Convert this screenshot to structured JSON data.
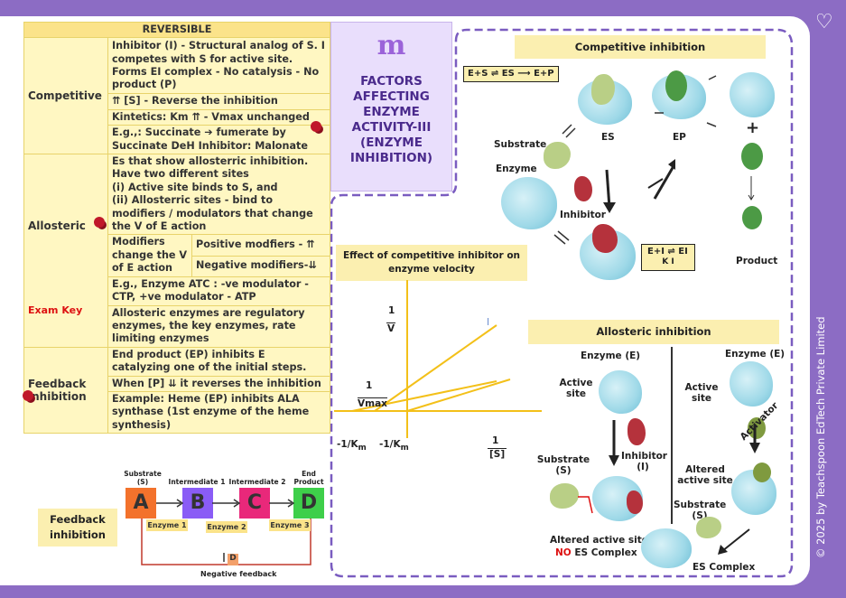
{
  "colors": {
    "purple": "#8c6cc4",
    "yellow": "#fbefb0",
    "table_bg": "#fff7c2",
    "border": "#e8d36a",
    "red": "#d11111",
    "dashed": "#7a5cc0"
  },
  "table": {
    "header": "REVERSIBLE",
    "competitive": {
      "label": "Competitive",
      "r1": "Inhibitor (I) - Structural analog of S. I competes with S for active site. Forms EI complex - No catalysis - No product (P)",
      "r2": "⇈ [S] - Reverse the inhibition",
      "r3": "Kintetics: Km ⇈ - Vmax unchanged",
      "r4": "E.g.,:  Succinate ➔ fumerate by Succinate DeH  Inhibitor: Malonate"
    },
    "allosteric": {
      "label": "Allosteric",
      "r1": "Es that show allosterric inhibition. Have two different sites",
      "r1b": "(i) Active site binds to S, and",
      "r1c": "(ii) Allosterric sites - bind to modifiers / modulators that change the V of E action",
      "mod_label": "Modifiers change the V of E action",
      "pos": "Positive modfiers - ⇈",
      "neg": "Negative modifiers-⇊",
      "r3": "E.g., Enzyme ATC : -ve modulator - CTP,  +ve modulator - ATP",
      "r4": "Allosteric enzymes are regulatory enzymes, the key enzymes, rate limiting enzymes",
      "exam_key": "Exam Key"
    },
    "feedback": {
      "label": "Feedback inhibition",
      "r1": "End product (EP) inhibits E catalyzing one of the initial steps.",
      "r2": "When [P] ⇊ it reverses the inhibition",
      "r3": "Example: Heme (EP) inhibits ALA synthase (1st enzyme of the heme synthesis)"
    }
  },
  "pathway": {
    "box_label": "Feedback inhibition",
    "tops": [
      "Substrate (S)",
      "Intermediate 1",
      "Intermediate 2",
      "End Product"
    ],
    "letters": [
      "A",
      "B",
      "C",
      "D"
    ],
    "letter_colors": [
      "#f3722c",
      "#8a5cf6",
      "#e9287a",
      "#3ecf4a"
    ],
    "enzymes": [
      "Enzyme 1",
      "Enzyme 2",
      "Enzyme 3"
    ],
    "feedback_letter": "D",
    "feedback_label": "Negative feedback"
  },
  "title": {
    "logo": "m",
    "text": "FACTORS AFFECTING ENZYME ACTIVITY-III (ENZYME INHIBITION)"
  },
  "competitive_panel": {
    "title": "Competitive inhibition",
    "equation": "E+S ⇌ ES ⟶ E+P",
    "es": "ES",
    "ep": "EP",
    "plus": "+",
    "substrate": "Substrate",
    "enzyme": "Enzyme",
    "inhibitor": "Inhibitor",
    "ei_eq": "E+I ⇌ EI",
    "ki": "K",
    "ki_sub": "I",
    "product": "Product"
  },
  "graph": {
    "title": "Effect of competitive inhibitor on enzyme velocity",
    "y_num": "1",
    "y_den": "V",
    "vmax_num": "1",
    "vmax_den": "Vmax",
    "x1": "-1/K",
    "x1_sub": "m",
    "x2": "-1/K",
    "x2_sub": "m",
    "x_num": "1",
    "x_den": "[S]",
    "mark": "I"
  },
  "allosteric_panel": {
    "title": "Allosteric inhibition",
    "enz_left": "Enzyme (E)",
    "enz_right": "Enzyme (E)",
    "active_site_l": "Active site",
    "active_site_r": "Active site",
    "inhibitor": "Inhibitor (I)",
    "substrate_l": "Substrate (S)",
    "altered_l": "Altered active site",
    "no_es_no": "NO",
    "no_es_rest": " ES Complex",
    "activator": "Activator",
    "altered_r": "Altered active site",
    "substrate_r": "Substrate (S)",
    "es_complex": "ES Complex"
  },
  "copyright": "© 2025 by Teachspoon EdTech Private Limited"
}
